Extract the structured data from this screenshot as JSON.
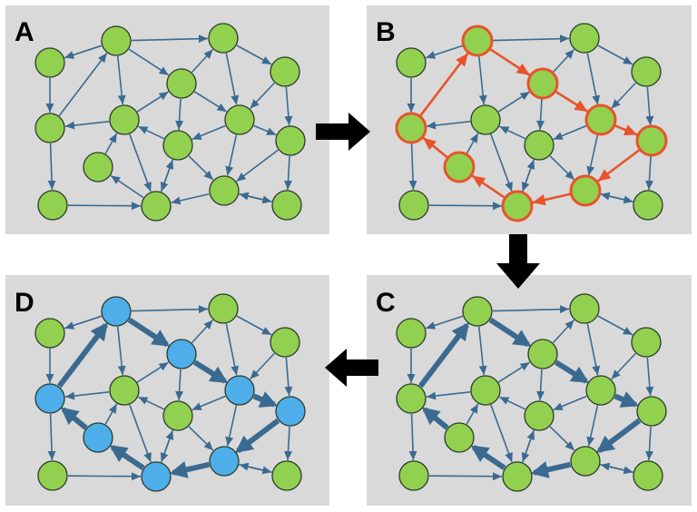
{
  "panels": [
    {
      "id": "A",
      "label": "A",
      "state": "base"
    },
    {
      "id": "B",
      "label": "B",
      "state": "cycle-highlight"
    },
    {
      "id": "C",
      "label": "C",
      "state": "cycle-thick"
    },
    {
      "id": "D",
      "label": "D",
      "state": "cycle-colored"
    }
  ],
  "colors": {
    "node": "#92d050",
    "node_cycle": "#4daeea",
    "edge": "#3b6a91",
    "cycle_edge": "#e8532b",
    "panel_bg": "#d9d9d9"
  },
  "graph": {
    "nodes": [
      "n1",
      "n2",
      "n3",
      "n4",
      "n5",
      "n6",
      "n7",
      "n8",
      "n9",
      "n10",
      "n11",
      "n12",
      "n13",
      "n14",
      "n15",
      "n16"
    ],
    "edges": [
      [
        "n2",
        "n1"
      ],
      [
        "n2",
        "n4"
      ],
      [
        "n2",
        "n5"
      ],
      [
        "n2",
        "n3"
      ],
      [
        "n3",
        "n10"
      ],
      [
        "n3",
        "n12"
      ],
      [
        "n4",
        "n3"
      ],
      [
        "n4",
        "n10"
      ],
      [
        "n4",
        "n8"
      ],
      [
        "n5",
        "n6"
      ],
      [
        "n5",
        "n7"
      ],
      [
        "n5",
        "n11"
      ],
      [
        "n6",
        "n11"
      ],
      [
        "n6",
        "n13"
      ],
      [
        "n7",
        "n4"
      ],
      [
        "n7",
        "n8"
      ],
      [
        "n8",
        "n12"
      ],
      [
        "n8",
        "n10"
      ],
      [
        "n9",
        "n15"
      ],
      [
        "n10",
        "n12"
      ],
      [
        "n10",
        "n13"
      ],
      [
        "n11",
        "n7"
      ],
      [
        "n11",
        "n6"
      ],
      [
        "n12",
        "n9"
      ],
      [
        "n13",
        "n14"
      ],
      [
        "n14",
        "n15"
      ],
      [
        "n15",
        "n9"
      ],
      [
        "n15",
        "n11"
      ],
      [
        "n16",
        "n1"
      ],
      [
        "n1",
        "n2"
      ],
      [
        "n9",
        "n8"
      ],
      [
        "n12",
        "n13"
      ]
    ],
    "cycle": [
      "n1",
      "n2",
      "n3",
      "n10",
      "n12",
      "n15",
      "n9",
      "n7"
    ]
  },
  "flow_arrows": [
    {
      "from": "A",
      "to": "B",
      "direction": "right"
    },
    {
      "from": "B",
      "to": "C",
      "direction": "down"
    },
    {
      "from": "C",
      "to": "D",
      "direction": "left"
    }
  ]
}
